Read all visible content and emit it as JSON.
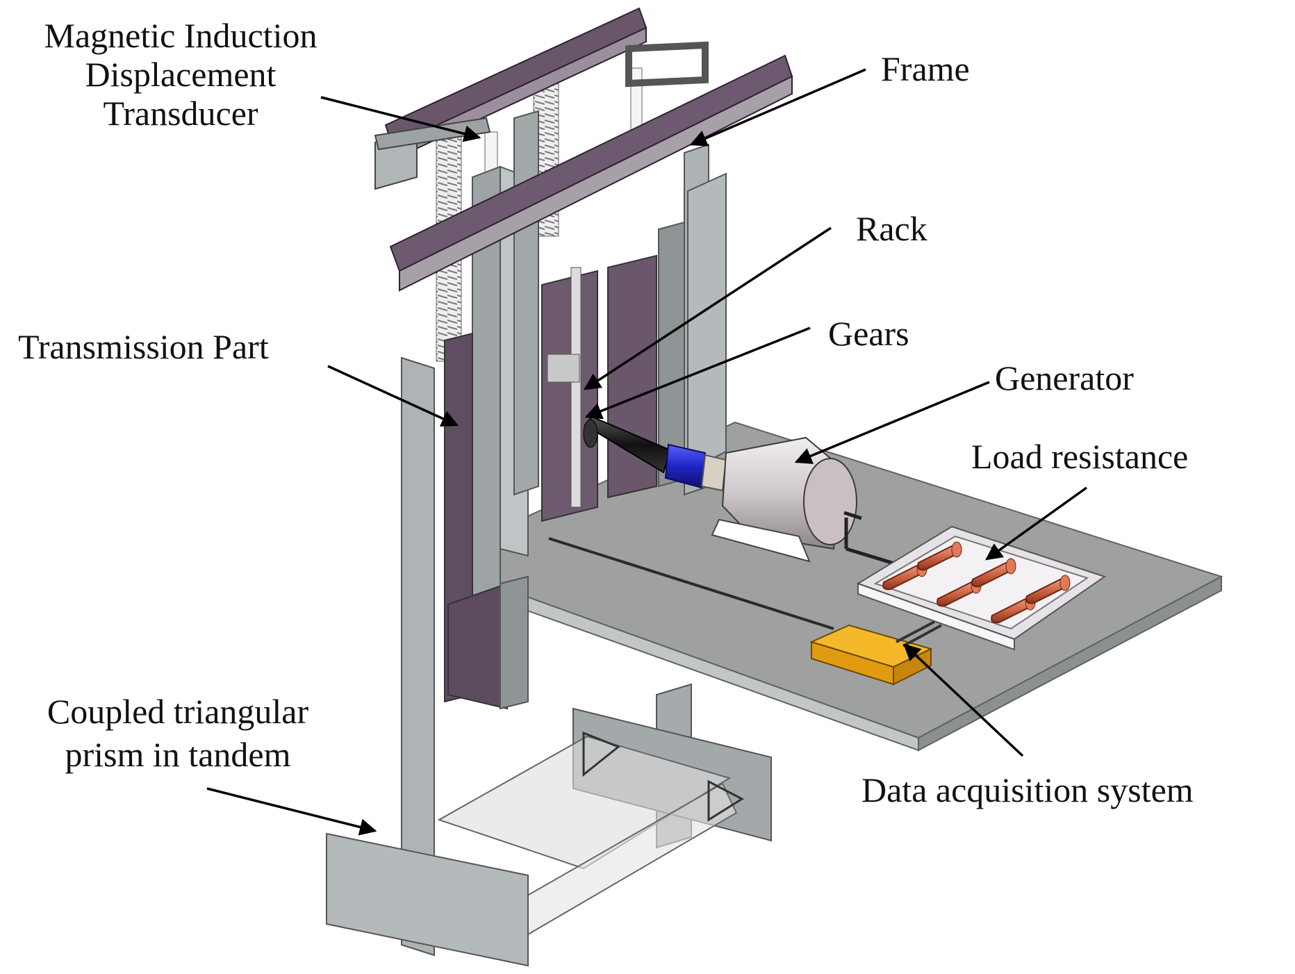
{
  "colors": {
    "galvanized": "#a9aeb0",
    "galvanized_dark": "#7e8588",
    "purple_beam": "#6d5a6e",
    "purple_beam_dark": "#4c3c4d",
    "table_top": "#9a9c9c",
    "table_edge": "#b9bcbd",
    "shaft_black": "#1c1c1c",
    "coupling_blue": "#2227c8",
    "generator_body": "#d4ced0",
    "resistor_copper": "#c8603f",
    "tray": "#e9e6ea",
    "daq_yellow": "#f1b11e",
    "arrow": "#000000"
  },
  "labels": {
    "transducer": [
      "Magnetic Induction",
      "Displacement",
      "Transducer"
    ],
    "frame": "Frame",
    "rack": "Rack",
    "gears": "Gears",
    "transmission": "Transmission Part",
    "generator": "Generator",
    "load_resistance": "Load resistance",
    "prism": [
      "Coupled triangular",
      "prism in tandem"
    ],
    "daq": "Data acquisition system"
  }
}
